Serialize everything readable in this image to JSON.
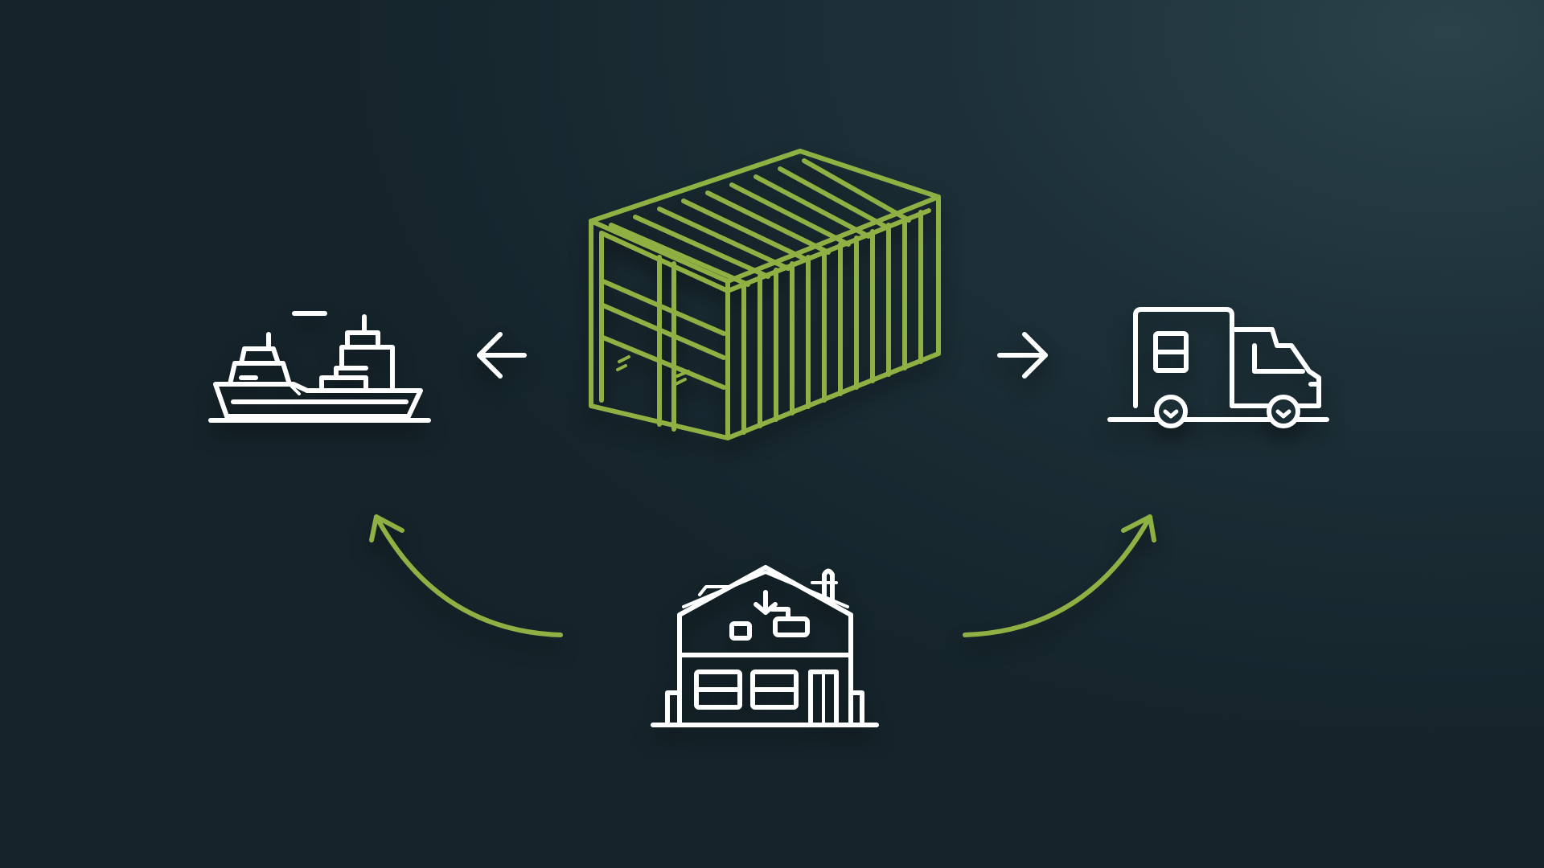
{
  "colors": {
    "background": "#1b2d35",
    "accent": "#8fb043",
    "icon_stroke": "#ffffff"
  },
  "nodes": [
    {
      "id": "container",
      "icon": "shipping-container-icon",
      "color": "#8fb043"
    },
    {
      "id": "ship",
      "icon": "cargo-ship-icon",
      "color": "#ffffff"
    },
    {
      "id": "truck",
      "icon": "delivery-truck-icon",
      "color": "#ffffff"
    },
    {
      "id": "warehouse",
      "icon": "warehouse-factory-icon",
      "color": "#ffffff"
    }
  ],
  "edges": [
    {
      "from": "container",
      "to": "ship",
      "style": "straight-arrow",
      "color": "#ffffff"
    },
    {
      "from": "container",
      "to": "truck",
      "style": "straight-arrow",
      "color": "#ffffff"
    },
    {
      "from": "warehouse",
      "to": "ship",
      "style": "curved-arrow",
      "color": "#8fb043"
    },
    {
      "from": "warehouse",
      "to": "truck",
      "style": "curved-arrow",
      "color": "#8fb043"
    }
  ]
}
